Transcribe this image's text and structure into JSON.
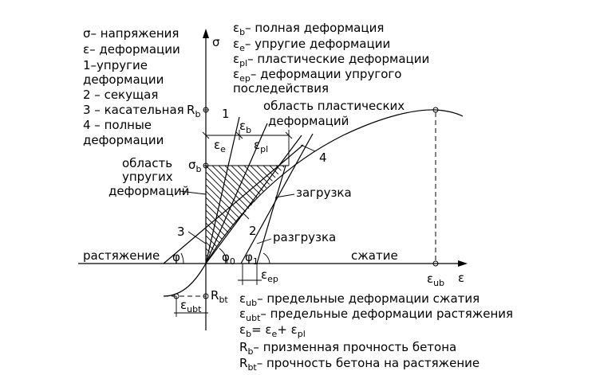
{
  "diagram": {
    "axis_labels": {
      "sigma": "σ",
      "epsilon": "ε"
    },
    "legend_left": [
      "σ– напряжения",
      "ε– деформации",
      "1–упругие",
      "деформации",
      "2 – секущая",
      "3 – касательная",
      "4 – полные",
      "деформации"
    ],
    "legend_top": [
      {
        "sym": "ε",
        "sub": "b",
        "text": "– полная деформация"
      },
      {
        "sym": "ε",
        "sub": "e",
        "text": "– упругие деформации"
      },
      {
        "sym": "ε",
        "sub": "pl",
        "text": "– пластические деформации"
      },
      {
        "sym": "ε",
        "sub": "ep",
        "text": "– деформации упругого"
      }
    ],
    "legend_top_cont": "последействия",
    "region_plastic": [
      "область пластических",
      "деформаций"
    ],
    "region_elastic": [
      "область",
      "упругих",
      "деформаций"
    ],
    "labels": {
      "rb_R": "R",
      "rb_sub": "b",
      "sigmab_s": "σ",
      "sigmab_sub": "b",
      "rbt_R": "R",
      "rbt_sub": "bt",
      "eps_b": "ε",
      "eps_b_sub": "b",
      "eps_e": "ε",
      "eps_e_sub": "e",
      "eps_pl": "ε",
      "eps_pl_sub": "pl",
      "eps_ep": "ε",
      "eps_ep_sub": "ep",
      "eps_ub": "ε",
      "eps_ub_sub": "ub",
      "eps_ubt": "ε",
      "eps_ubt_sub": "ubt",
      "phi": "φ",
      "phi0": "φ",
      "phi0_sub": "0",
      "phi1": "φ",
      "phi1_sub": "1",
      "n1": "1",
      "n2": "2",
      "n3": "3",
      "n4": "4",
      "loading": "загрузка",
      "unloading": "разгрузка",
      "tension": "растяжение",
      "compression": "сжатие"
    },
    "legend_bottom": [
      {
        "sym": "ε",
        "sub": "ub",
        "text": "– предельные деформации сжатия"
      },
      {
        "sym": "ε",
        "sub": "ubt",
        "text": "– предельные деформации растяжения"
      },
      {
        "sym": "ε",
        "sub": "b",
        "text": "= ε",
        "sub2": "e",
        "text2": "+ ε",
        "sub3": "pl"
      },
      {
        "sym": "R",
        "sub": "b",
        "text": "– призменная прочность бетона"
      },
      {
        "sym": "R",
        "sub": "bt",
        "text": "– прочность бетона на растяжение"
      }
    ]
  }
}
